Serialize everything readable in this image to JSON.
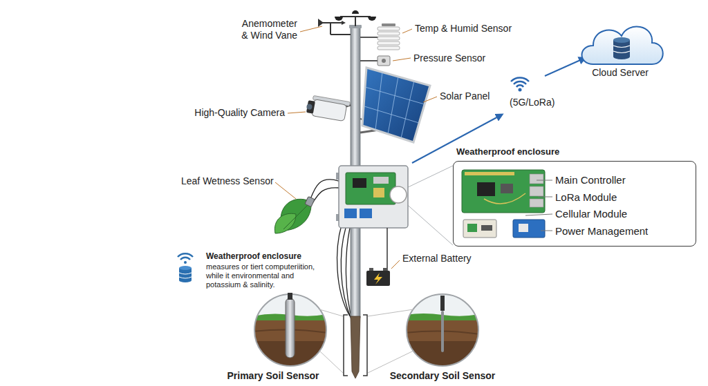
{
  "diagram": {
    "nodes": [
      {
        "text": [
          "Weatherproof enclosure"
        ]
      }
    ],
    "labels": [
      "Anemometer & Wind Vane",
      "Temp & Humid Sensor",
      "Cloud Server",
      "Pressure Sensor",
      "(5G/LoRa)",
      "Solar Panel",
      "High-Quality Camera",
      "Main Controller",
      "LoRa Module",
      "Cellular Module",
      "Power Management",
      "Leaf Wetness Sensor",
      "Weatherproof enclosure",
      "measures or tiert computeriition, while it environmental and potassium & salinity.",
      "External Battery",
      "Primary Soil Sensor",
      "Secondary Soil Sensor"
    ]
  }
}
